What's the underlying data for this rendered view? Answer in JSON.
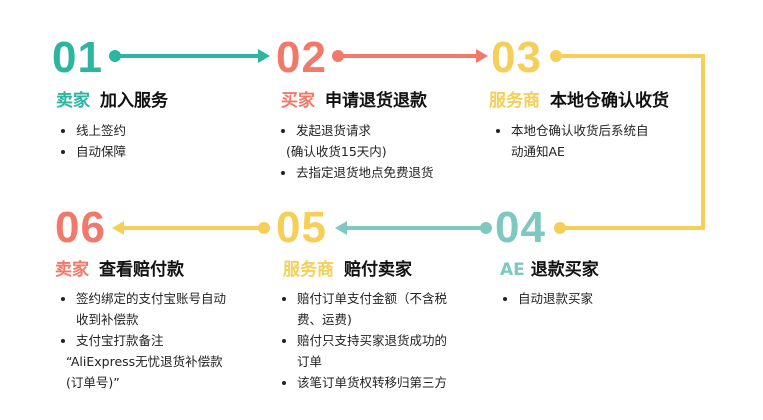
{
  "colors": {
    "teal": "#2cb5a0",
    "coral": "#f0796a",
    "yellow": "#f5cf57",
    "teal_light": "#7ec8c0"
  },
  "steps": [
    {
      "number": "01",
      "role": "卖家",
      "action": "加入服务",
      "color": "#2cb5a0",
      "items": [
        {
          "lines": [
            "线上签约"
          ]
        },
        {
          "lines": [
            "自动保障"
          ]
        }
      ]
    },
    {
      "number": "02",
      "role": "买家",
      "action": "申请退货退款",
      "color": "#f0796a",
      "items": [
        {
          "lines": [
            "发起退货请求",
            "(确认收货15天内)"
          ]
        },
        {
          "lines": [
            "去指定退货地点免费退货"
          ]
        }
      ]
    },
    {
      "number": "03",
      "role": "服务商",
      "action": "本地仓确认收货",
      "color": "#f5cf57",
      "items": [
        {
          "lines": [
            "本地仓确认收货后系统自",
            "动通知AE"
          ]
        }
      ]
    },
    {
      "number": "04",
      "role": "AE",
      "action": "退款买家",
      "color": "#7ec8c0",
      "items": [
        {
          "lines": [
            "自动退款买家"
          ]
        }
      ]
    },
    {
      "number": "05",
      "role": "服务商",
      "action": "赔付卖家",
      "color": "#f5cf57",
      "items": [
        {
          "lines": [
            "赔付订单支付金额（不含税",
            "费、运费)"
          ]
        },
        {
          "lines": [
            "赔付只支持买家退货成功的",
            "订单"
          ]
        },
        {
          "lines": [
            "该笔订单货权转移归第三方"
          ]
        }
      ]
    },
    {
      "number": "06",
      "role": "卖家",
      "action": "查看赔付款",
      "color": "#f0796a",
      "items": [
        {
          "lines": [
            "签约绑定的支付宝账号自动",
            "收到补偿款"
          ]
        },
        {
          "lines": [
            "支付宝打款备注",
            "“AliExpress无忧退货补偿款",
            "(订单号)”"
          ]
        }
      ]
    }
  ]
}
